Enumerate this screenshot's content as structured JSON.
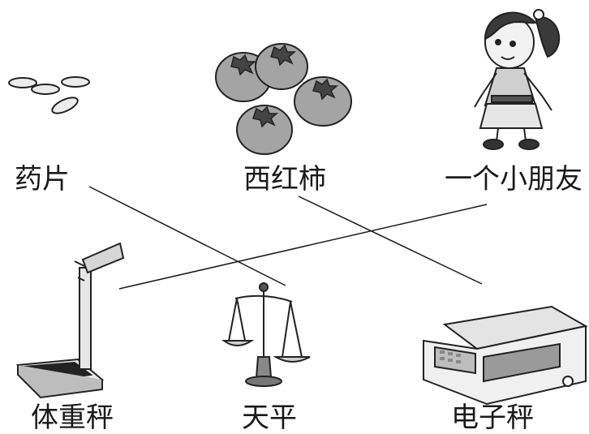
{
  "items": [
    {
      "label": "药片"
    },
    {
      "label": "西红柿"
    },
    {
      "label": "一个小朋友"
    }
  ],
  "scales": [
    {
      "label": "体重秤"
    },
    {
      "label": "天平"
    },
    {
      "label": "电子秤"
    }
  ],
  "colors": {
    "ink": "#1a1a1a",
    "tomato": "#9a9a9a",
    "metal": "#cfcfcf",
    "dark": "#333333"
  }
}
